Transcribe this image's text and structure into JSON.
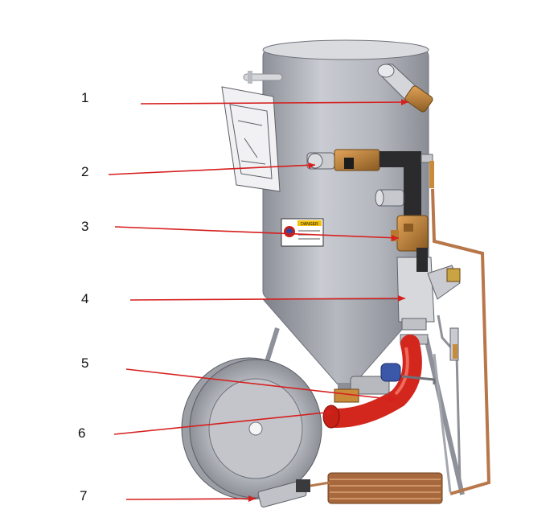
{
  "diagram": {
    "callouts": [
      {
        "label": "1"
      },
      {
        "label": "2"
      },
      {
        "label": "3"
      },
      {
        "label": "4"
      },
      {
        "label": "5"
      },
      {
        "label": "6"
      },
      {
        "label": "7"
      }
    ],
    "warning_label": {
      "heading": "DANGER"
    }
  },
  "colors": {
    "leader": "#d61f1f",
    "tank": "#b9bcc3",
    "hose": "#d3261d",
    "brass": "#c98a3a",
    "copper": "#b8774a"
  }
}
